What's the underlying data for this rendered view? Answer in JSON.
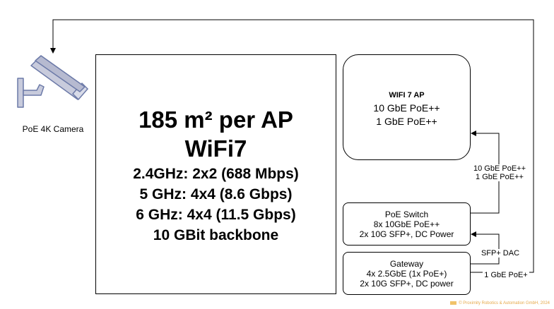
{
  "camera": {
    "icon": "security-camera-icon",
    "label": "PoE 4K Camera"
  },
  "main_box": {
    "line1": "185 m² per AP",
    "line2": "WiFi7",
    "line3": "2.4GHz: 2x2 (688 Mbps)",
    "line4": "5 GHz: 4x4 (8.6 Gbps)",
    "line5": "6 GHz: 4x4 (11.5 Gbps)",
    "line6": "10 GBit backbone"
  },
  "ap_box": {
    "title": "WIFI 7 AP",
    "line1": "10 GbE PoE++",
    "line2": "1 GbE PoE++"
  },
  "switch_box": {
    "line1": "PoE Switch",
    "line2": "8x 10GbE PoE++",
    "line3": "2x 10G SFP+, DC Power"
  },
  "gateway_box": {
    "line1": "Gateway",
    "line2": "4x 2.5GbE (1x PoE+)",
    "line3": "2x 10G SFP+, DC power"
  },
  "links": {
    "switch_to_ap_line1": "10 GbE PoE++",
    "switch_to_ap_line2": "1 GbE PoE++",
    "gateway_to_switch": "SFP+ DAC",
    "gateway_to_camera": "1 GbE PoE+"
  },
  "footer": {
    "credit": "© Proximity Robotics & Automation GmbH, 2024"
  },
  "colors": {
    "camera_fill": "#c8cbdc",
    "camera_stroke": "#6c7aa8",
    "footer_text": "#e6a94a"
  }
}
